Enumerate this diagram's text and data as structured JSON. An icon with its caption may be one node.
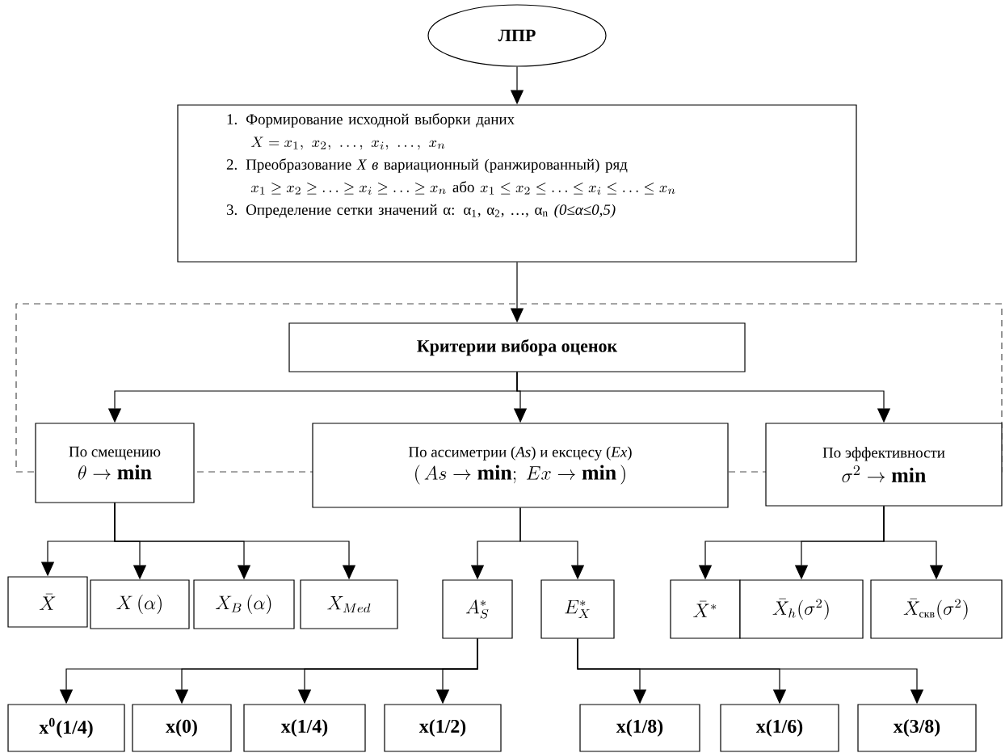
{
  "diagram": {
    "nodes": [
      {
        "text": [
          "ЛПР"
        ]
      },
      {
        "text": [
          "1. Формирование исходной выборки даних",
          "X = x_1,\\ x_2,\\ \\ldots,\\ x_i,\\ \\ldots,\\ x_n",
          "2. Преобразование *X в* вариационный (ранжированный) ряд",
          "x_1 \\ge x_2 \\ge \\ldots \\ge x_i \\ge \\ldots \\ge x_n \\mbox{ або } x_1 \\le x_2 \\le \\ldots \\le x_i \\le \\ldots \\le x_n",
          "3. Определение сетки значений α: α$_{1}$, α$_{2}$, …, α$_{n}$ *(0≤α≤0,5)*"
        ]
      },
      {
        "text": [],
        "shape": "box"
      },
      {
        "text": [
          "Критерии вибора оценок"
        ],
        "in": 2
      },
      {
        "text": [
          "По смещению",
          "\\theta \\rightarrow \\mathbf{min}"
        ]
      },
      {
        "text": [
          "По ассиметрии (*As*) и ексцесу (*Ex*)",
          "(\\,As \\rightarrow \\mathbf{min};\\ Ex \\rightarrow \\mathbf{min}\\,)"
        ]
      },
      {
        "text": [
          "По эффективности",
          "\\sigma^2 \\rightarrow \\mathbf{min}"
        ]
      },
      {
        "text": [
          "\\bar{X}"
        ]
      },
      {
        "text": [
          "X\\,(\\alpha)"
        ]
      },
      {
        "text": [
          "X_B\\,(\\alpha)"
        ]
      },
      {
        "text": [
          "X_{Med}"
        ]
      },
      {
        "text": [
          "A_S^*"
        ]
      },
      {
        "text": [
          "E_X^*"
        ]
      },
      {
        "text": [
          "\\bar{X}^*"
        ]
      },
      {
        "text": [
          "\\bar{X}_h(\\sigma^2)"
        ]
      },
      {
        "text": [
          "\\bar{X}_{\\mbox{\\scriptsize скв}}(\\sigma^2)"
        ]
      },
      {
        "text": [
          "x$^{0}$(1/4)"
        ]
      },
      {
        "text": [
          "x(0)"
        ]
      },
      {
        "text": [
          "x(1/4)"
        ]
      },
      {
        "text": [
          "x(1/2)"
        ]
      },
      {
        "text": [
          "x(1/8)"
        ]
      },
      {
        "text": [
          "x(1/6)"
        ]
      },
      {
        "text": [
          "x(3/8)"
        ]
      }
    ],
    "edges": [
      {
        "from": 0,
        "to": 1,
        "arrow": "to"
      },
      {
        "from": 1,
        "to": 3,
        "arrow": "to"
      },
      {
        "from": 3,
        "to": 4,
        "arrow": "to"
      },
      {
        "from": 3,
        "to": 5,
        "arrow": "to"
      },
      {
        "from": 3,
        "to": 6,
        "arrow": "to"
      },
      {
        "from": 4,
        "to": 7,
        "arrow": "to"
      },
      {
        "from": 4,
        "to": 8,
        "arrow": "to"
      },
      {
        "from": 4,
        "to": 9,
        "arrow": "to"
      },
      {
        "from": 4,
        "to": 10,
        "arrow": "to"
      },
      {
        "from": 5,
        "to": 11,
        "arrow": "to"
      },
      {
        "from": 5,
        "to": 12,
        "arrow": "to"
      },
      {
        "from": 6,
        "to": 13,
        "arrow": "to"
      },
      {
        "from": 6,
        "to": 14,
        "arrow": "to"
      },
      {
        "from": 6,
        "to": 15,
        "arrow": "to"
      },
      {
        "from": 11,
        "to": 16,
        "arrow": "to"
      },
      {
        "from": 11,
        "to": 17,
        "arrow": "to"
      },
      {
        "from": 11,
        "to": 18,
        "arrow": "to"
      },
      {
        "from": 11,
        "to": 19,
        "arrow": "to"
      },
      {
        "from": 12,
        "to": 20,
        "arrow": "to"
      },
      {
        "from": 12,
        "to": 21,
        "arrow": "to"
      },
      {
        "from": 12,
        "to": 22,
        "arrow": "to"
      }
    ]
  }
}
